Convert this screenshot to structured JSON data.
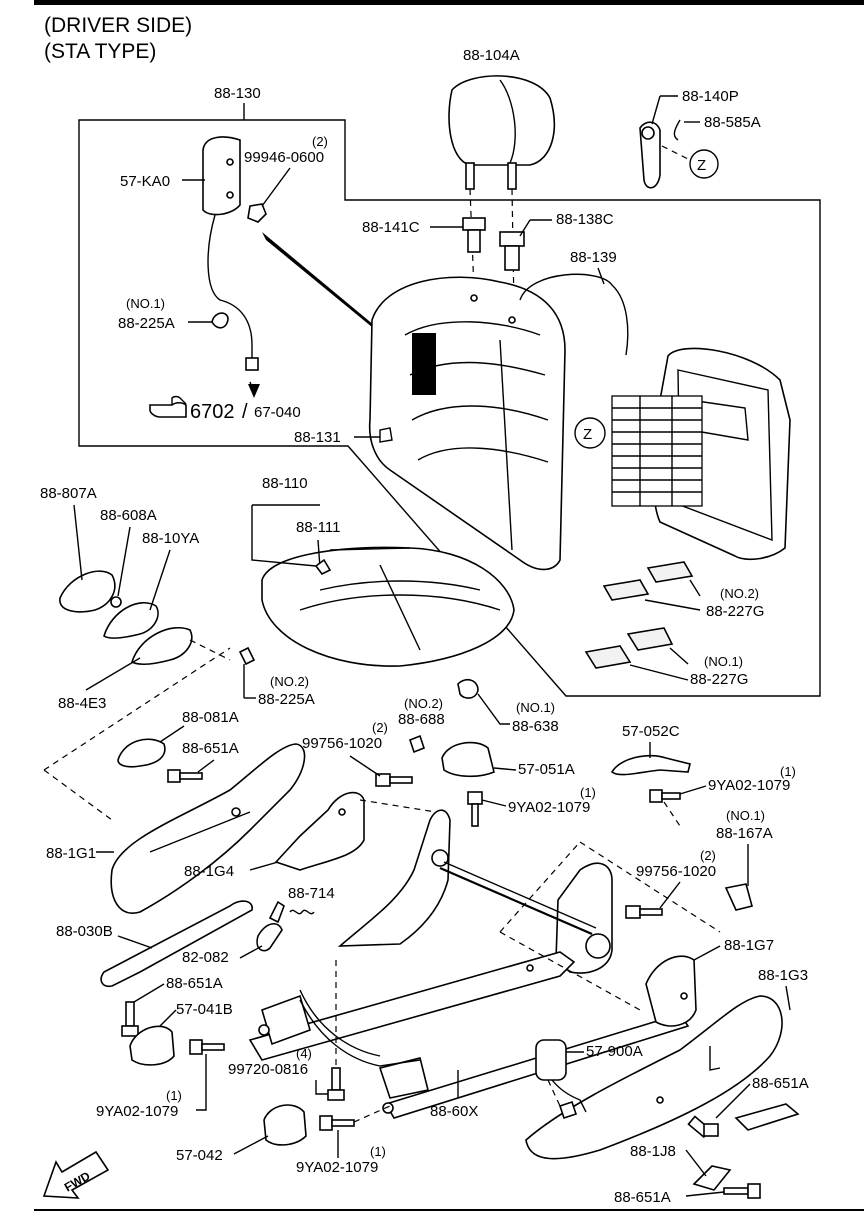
{
  "header": {
    "line1": "(DRIVER SIDE)",
    "line2": "(STA TYPE)"
  },
  "reference": {
    "icon": "pointing-hand-icon",
    "text_main": "6702",
    "text_sep": "/",
    "text_alt": "67-040"
  },
  "fwd_arrow": {
    "label": "FWD",
    "icon": "forward-arrow-icon"
  },
  "zone_marker": "Z",
  "labels": {
    "p88_104A": "88-104A",
    "p88_130": "88-130",
    "p88_140P": "88-140P",
    "p88_585A": "88-585A",
    "p99946_0600_qty": "(2)",
    "p99946_0600": "99946-0600",
    "p57_KA0": "57-KA0",
    "p88_141C": "88-141C",
    "p88_138C": "88-138C",
    "p88_139": "88-139",
    "p88_225A_no1_tag": "(NO.1)",
    "p88_225A_no1": "88-225A",
    "p88_131": "88-131",
    "p88_807A": "88-807A",
    "p88_608A": "88-608A",
    "p88_10YA": "88-10YA",
    "p88_110": "88-110",
    "p88_111": "88-111",
    "p88_227G_no2_tag": "(NO.2)",
    "p88_227G_no2": "88-227G",
    "p88_227G_no1_tag": "(NO.1)",
    "p88_227G_no1": "88-227G",
    "p88_4E3": "88-4E3",
    "p88_225A_no2_tag": "(NO.2)",
    "p88_225A_no2": "88-225A",
    "p88_688_tag": "(NO.2)",
    "p88_688": "88-688",
    "p88_638_tag": "(NO.1)",
    "p88_638": "88-638",
    "p88_081A": "88-081A",
    "p88_651A_1": "88-651A",
    "p99756_1020_a_qty": "(2)",
    "p99756_1020_a": "99756-1020",
    "p57_051A": "57-051A",
    "p57_052C": "57-052C",
    "p9YA02_1079_a_qty": "(1)",
    "p9YA02_1079_a": "9YA02-1079",
    "p9YA02_1079_b_qty": "(1)",
    "p9YA02_1079_b": "9YA02-1079",
    "p88_167A_tag": "(NO.1)",
    "p88_167A": "88-167A",
    "p88_1G1": "88-1G1",
    "p88_1G4": "88-1G4",
    "p99756_1020_b_qty": "(2)",
    "p99756_1020_b": "99756-1020",
    "p88_714": "88-714",
    "p88_030B": "88-030B",
    "p82_082": "82-082",
    "p88_1G7": "88-1G7",
    "p88_651A_2": "88-651A",
    "p88_1G3": "88-1G3",
    "p57_041B": "57-041B",
    "p57_900A": "57-900A",
    "p99720_0816_qty": "(4)",
    "p99720_0816": "99720-0816",
    "p9YA02_1079_c_qty": "(1)",
    "p9YA02_1079_c": "9YA02-1079",
    "p88_60X": "88-60X",
    "p88_651A_3": "88-651A",
    "p57_042": "57-042",
    "p9YA02_1079_d_qty": "(1)",
    "p9YA02_1079_d": "9YA02-1079",
    "p88_1J8": "88-1J8",
    "p88_651A_4": "88-651A"
  }
}
